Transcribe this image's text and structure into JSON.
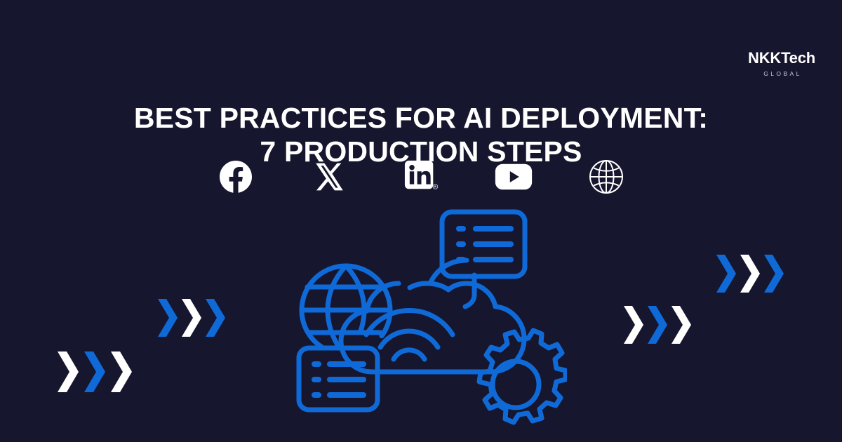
{
  "meta": {
    "background_color": "#16162e",
    "accent_blue": "#0f6ad8",
    "text_white": "#ffffff"
  },
  "brand": {
    "name": "NKKTech",
    "tagline": "GLOBAL"
  },
  "headline": {
    "line1": "BEST PRACTICES FOR AI DEPLOYMENT:",
    "line2": "7 PRODUCTION STEPS"
  },
  "social": {
    "items": [
      {
        "name": "facebook-icon",
        "label": "Facebook",
        "color": "#ffffff"
      },
      {
        "name": "x-twitter-icon",
        "label": "X",
        "color": "#ffffff"
      },
      {
        "name": "linkedin-icon",
        "label": "LinkedIn",
        "color": "#ffffff"
      },
      {
        "name": "youtube-icon",
        "label": "YouTube",
        "color": "#ffffff"
      },
      {
        "name": "website-globe-icon",
        "label": "Website",
        "color": "#ffffff"
      }
    ]
  },
  "decorations": {
    "chevron_groups": [
      {
        "name": "chevron-group-bottom-left",
        "colors": [
          "#ffffff",
          "#0f6ad8",
          "#ffffff"
        ]
      },
      {
        "name": "chevron-group-mid-left",
        "colors": [
          "#0f6ad8",
          "#ffffff",
          "#0f6ad8"
        ]
      },
      {
        "name": "chevron-group-mid-right",
        "colors": [
          "#ffffff",
          "#0f6ad8",
          "#ffffff"
        ]
      },
      {
        "name": "chevron-group-top-right",
        "colors": [
          "#0f6ad8",
          "#ffffff",
          "#0f6ad8"
        ]
      }
    ]
  },
  "illustration": {
    "name": "cloud-computing-illustration",
    "color": "#0f6ad8",
    "parts": [
      "globe",
      "cloud",
      "wifi-signal",
      "top-server-panel",
      "bottom-server-panel",
      "gear"
    ]
  }
}
